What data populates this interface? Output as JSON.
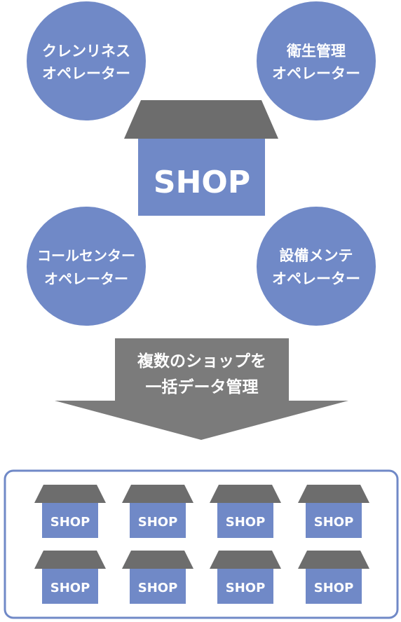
{
  "colors": {
    "circle": "#7089c7",
    "roof": "#6d6d6d",
    "shop": "#7089c7",
    "arrow": "#7b7b7b",
    "panel_border": "#7089c7"
  },
  "operators": [
    {
      "line1": "クレンリネス",
      "line2": "オペレーター"
    },
    {
      "line1": "衛生管理",
      "line2": "オペレーター"
    },
    {
      "line1": "コールセンター",
      "line2": "オペレーター"
    },
    {
      "line1": "設備メンテ",
      "line2": "オペレーター"
    }
  ],
  "center_shop": {
    "label": "SHOP"
  },
  "arrow": {
    "line1": "複数のショップを",
    "line2": "一括データ管理"
  },
  "shops": [
    {
      "label": "SHOP"
    },
    {
      "label": "SHOP"
    },
    {
      "label": "SHOP"
    },
    {
      "label": "SHOP"
    },
    {
      "label": "SHOP"
    },
    {
      "label": "SHOP"
    },
    {
      "label": "SHOP"
    },
    {
      "label": "SHOP"
    }
  ]
}
